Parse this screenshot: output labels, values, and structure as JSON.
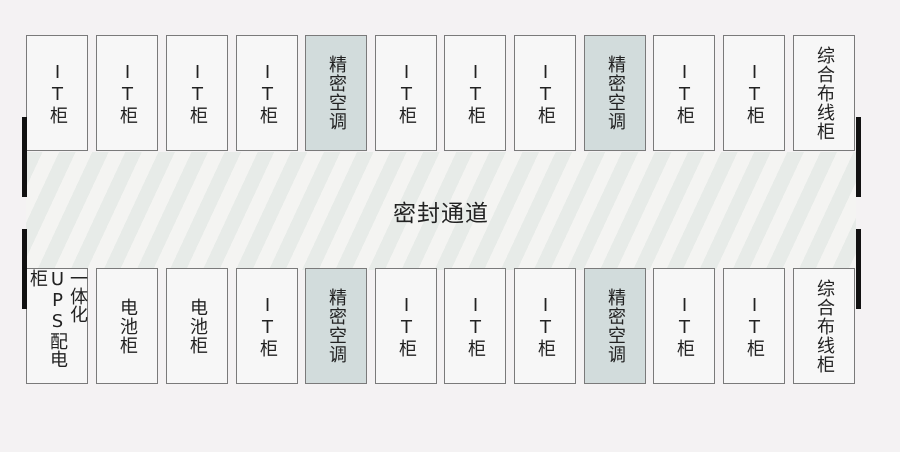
{
  "corridor_label": "密封通道",
  "top_row": [
    {
      "label": "IT柜",
      "kind": "it"
    },
    {
      "label": "IT柜",
      "kind": "it"
    },
    {
      "label": "IT柜",
      "kind": "it"
    },
    {
      "label": "IT柜",
      "kind": "it"
    },
    {
      "label": "精密空调",
      "kind": "ac"
    },
    {
      "label": "IT柜",
      "kind": "it"
    },
    {
      "label": "IT柜",
      "kind": "it"
    },
    {
      "label": "IT柜",
      "kind": "it"
    },
    {
      "label": "精密空调",
      "kind": "ac"
    },
    {
      "label": "IT柜",
      "kind": "it"
    },
    {
      "label": "IT柜",
      "kind": "it"
    },
    {
      "label": "综合布线柜",
      "kind": "cabling"
    }
  ],
  "bottom_row": [
    {
      "label": "一体化UPS配电柜",
      "kind": "ups"
    },
    {
      "label": "电池柜",
      "kind": "battery"
    },
    {
      "label": "电池柜",
      "kind": "battery"
    },
    {
      "label": "IT柜",
      "kind": "it"
    },
    {
      "label": "精密空调",
      "kind": "ac"
    },
    {
      "label": "IT柜",
      "kind": "it"
    },
    {
      "label": "IT柜",
      "kind": "it"
    },
    {
      "label": "IT柜",
      "kind": "it"
    },
    {
      "label": "精密空调",
      "kind": "ac"
    },
    {
      "label": "IT柜",
      "kind": "it"
    },
    {
      "label": "IT柜",
      "kind": "it"
    },
    {
      "label": "综合布线柜",
      "kind": "cabling"
    }
  ]
}
